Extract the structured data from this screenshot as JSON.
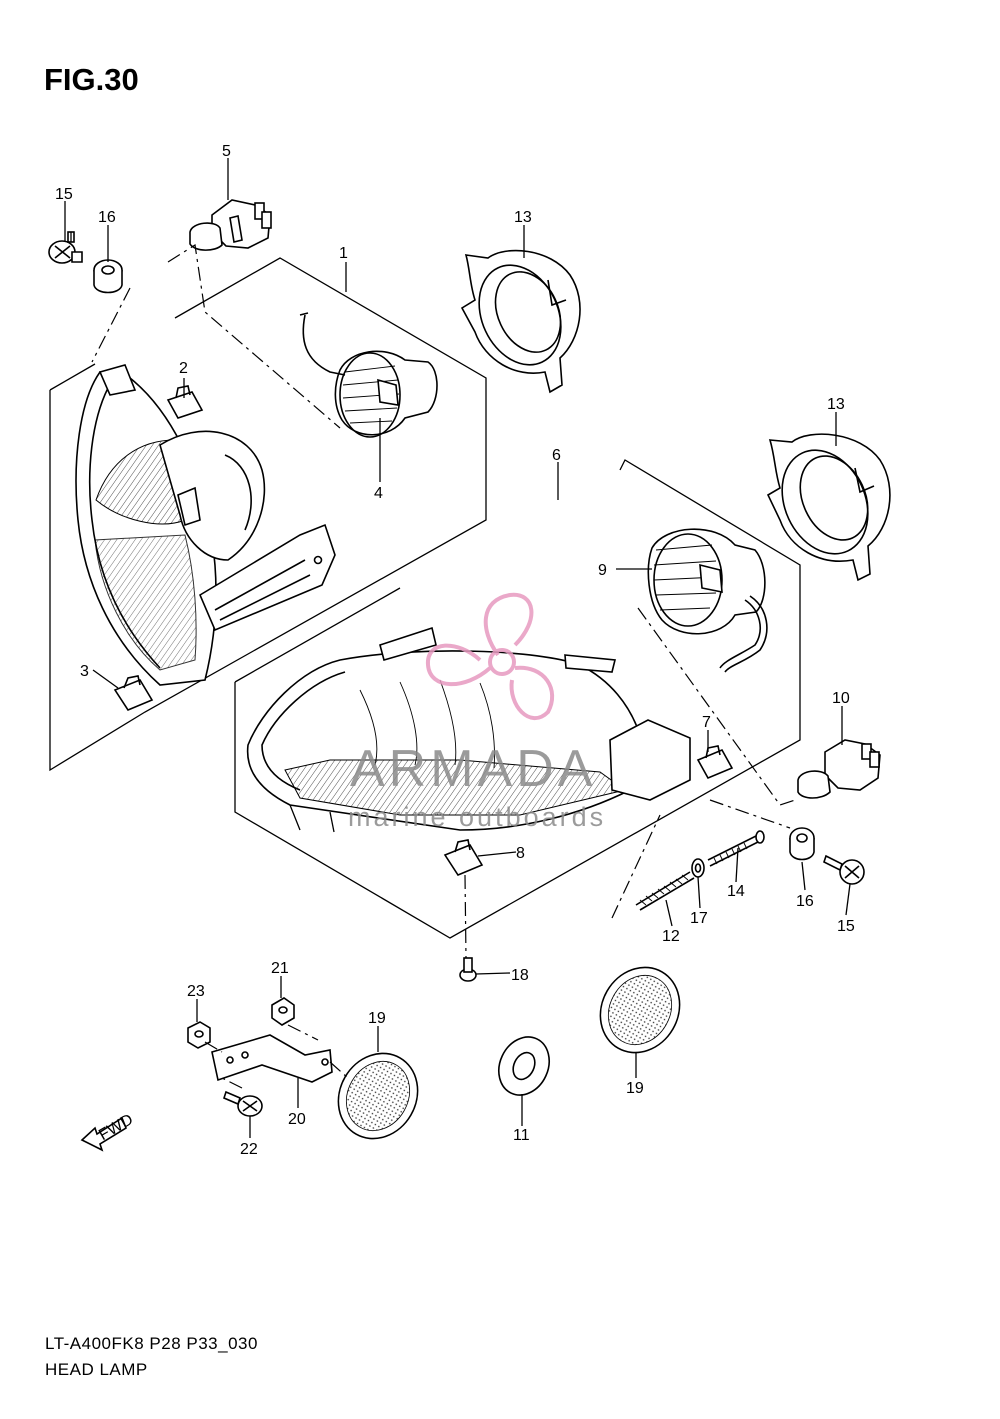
{
  "figure": {
    "title": "FIG.30",
    "code": "LT-A400FK8 P28 P33_030",
    "name": "HEAD LAMP"
  },
  "watermark": {
    "brand": "ARMADA",
    "tagline": "marine outboards",
    "logo_color": "#e79ac0"
  },
  "direction_label": "FWD",
  "callouts": [
    {
      "id": "c1",
      "label": "1"
    },
    {
      "id": "c2",
      "label": "2"
    },
    {
      "id": "c3",
      "label": "3"
    },
    {
      "id": "c4",
      "label": "4"
    },
    {
      "id": "c5",
      "label": "5"
    },
    {
      "id": "c6",
      "label": "6"
    },
    {
      "id": "c7",
      "label": "7"
    },
    {
      "id": "c8",
      "label": "8"
    },
    {
      "id": "c9",
      "label": "9"
    },
    {
      "id": "c10",
      "label": "10"
    },
    {
      "id": "c11",
      "label": "11"
    },
    {
      "id": "c12",
      "label": "12"
    },
    {
      "id": "c13a",
      "label": "13"
    },
    {
      "id": "c13b",
      "label": "13"
    },
    {
      "id": "c14",
      "label": "14"
    },
    {
      "id": "c15a",
      "label": "15"
    },
    {
      "id": "c15b",
      "label": "15"
    },
    {
      "id": "c16a",
      "label": "16"
    },
    {
      "id": "c16b",
      "label": "16"
    },
    {
      "id": "c17",
      "label": "17"
    },
    {
      "id": "c18",
      "label": "18"
    },
    {
      "id": "c19a",
      "label": "19"
    },
    {
      "id": "c19b",
      "label": "19"
    },
    {
      "id": "c20",
      "label": "20"
    },
    {
      "id": "c21",
      "label": "21"
    },
    {
      "id": "c22",
      "label": "22"
    },
    {
      "id": "c23",
      "label": "23"
    }
  ]
}
